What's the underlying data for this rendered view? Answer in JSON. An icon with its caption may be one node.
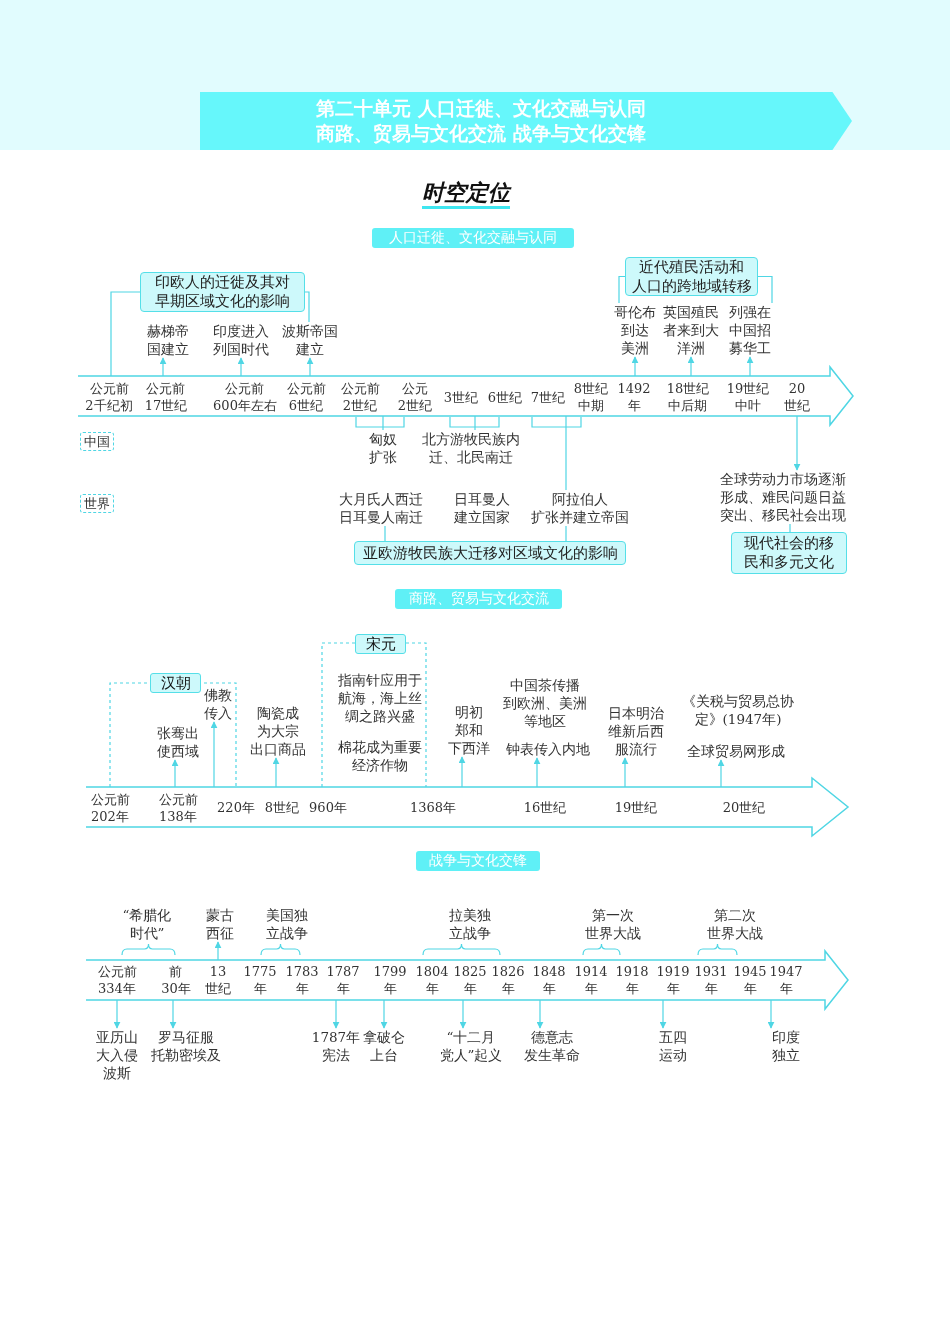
{
  "diagram": {
    "title": "第二十单元 人口迁徙、文化交融与认同商路、贸易与文化交流 战争与文化交锋",
    "nodes": [
      {
        "text": [
          "人口迁徙、文化交融与认同"
        ]
      },
      {
        "text": [
          "印欧人的迁徙及其对早期区域文化的影响"
        ]
      },
      {
        "text": [
          "近代殖民活动和人口的跨地域转移"
        ]
      },
      {
        "text": [],
        "shape": "arrow"
      },
      {
        "text": [
          "赫梯帝国建立"
        ]
      },
      {
        "text": [
          "印度进入列国时代"
        ]
      },
      {
        "text": [
          "波斯帝国建立"
        ]
      },
      {
        "text": [
          "哥伦布到达美洲"
        ]
      },
      {
        "text": [
          "英国殖民者来到大洋洲"
        ]
      },
      {
        "text": [
          "列强在中国招募华工"
        ]
      },
      {
        "text": [
          "中国"
        ]
      },
      {
        "text": [
          "世界"
        ]
      },
      {
        "text": [
          "匈奴扩张"
        ]
      },
      {
        "text": [
          "北方游牧民族内迁、北民南迁"
        ]
      },
      {
        "text": [
          "大月氏人西迁日耳曼人南迁"
        ]
      },
      {
        "text": [
          "日耳曼人建立国家"
        ]
      },
      {
        "text": [
          "阿拉伯人扩张并建立帝国"
        ]
      },
      {
        "text": [
          "亚欧游牧民族大迁移对区域文化的影响"
        ]
      },
      {
        "text": [
          "全球劳动力市场逐渐形成、难民问题日益突出、移民社会出现"
        ]
      },
      {
        "text": [
          "现代社会的移民和多元文化"
        ]
      },
      {
        "text": [
          "商路、贸易与文化交流"
        ]
      },
      {
        "text": [
          "汉朝"
        ]
      },
      {
        "text": [
          "宋元"
        ]
      },
      {
        "text": [],
        "shape": "arrow"
      },
      {
        "text": [
          "张骞出使西域"
        ]
      },
      {
        "text": [
          "佛教传入"
        ]
      },
      {
        "text": [
          "陶瓷成为大宗出口商品"
        ]
      },
      {
        "text": [
          "指南针应用于航海，海上丝绸之路兴盛"
        ]
      },
      {
        "text": [
          "棉花成为重要经济作物"
        ]
      },
      {
        "text": [
          "明初郑和下西洋"
        ]
      },
      {
        "text": [
          "中国茶传播到欧洲、美洲等地区"
        ]
      },
      {
        "text": [
          "钟表传入内地"
        ]
      },
      {
        "text": [
          "日本明治维新后西服流行"
        ]
      },
      {
        "text": [
          "《关税与贸易总协定》(1947年)"
        ]
      },
      {
        "text": [
          "全球贸易网形成"
        ]
      },
      {
        "text": [
          "战争与文化交锋"
        ]
      },
      {
        "text": [],
        "shape": "arrow"
      },
      {
        "text": [
          "“希腊化时代”"
        ]
      },
      {
        "text": [
          "蒙古西征"
        ]
      },
      {
        "text": [
          "美国独立战争"
        ]
      },
      {
        "text": [
          "拉美独立战争"
        ]
      },
      {
        "text": [
          "第一次世界大战"
        ]
      },
      {
        "text": [
          "第二次世界大战"
        ]
      },
      {
        "text": [
          "亚历山大入侵波斯"
        ]
      },
      {
        "text": [
          "罗马征服托勒密埃及"
        ]
      },
      {
        "text": [
          "1787年宪法"
        ]
      },
      {
        "text": [
          "拿破仑上台"
        ]
      },
      {
        "text": [
          "“十二月党人”起义"
        ]
      },
      {
        "text": [
          "德意志发生革命"
        ]
      },
      {
        "text": [
          "五四运动"
        ]
      },
      {
        "text": [
          "印度独立"
        ]
      }
    ],
    "edges": [
      {
        "from": 3,
        "to": 4,
        "arrow": "to"
      },
      {
        "from": 3,
        "to": 5,
        "arrow": "to"
      },
      {
        "from": 3,
        "to": 6,
        "arrow": "to"
      },
      {
        "from": 3,
        "to": 7,
        "arrow": "to"
      },
      {
        "from": 3,
        "to": 8,
        "arrow": "to"
      },
      {
        "from": 3,
        "to": 9,
        "arrow": "to"
      },
      {
        "from": 1,
        "to": 3,
        "arrow": "none"
      },
      {
        "from": 3,
        "to": 12,
        "arrow": "none"
      },
      {
        "from": 3,
        "to": 13,
        "arrow": "none"
      },
      {
        "from": 3,
        "to": 16,
        "arrow": "none"
      },
      {
        "from": 3,
        "to": 18,
        "arrow": "to"
      },
      {
        "from": 17,
        "to": 14,
        "arrow": "none"
      },
      {
        "from": 17,
        "to": 16,
        "arrow": "none"
      },
      {
        "from": 18,
        "to": 19,
        "arrow": "none"
      },
      {
        "from": 23,
        "to": 24,
        "arrow": "to"
      },
      {
        "from": 23,
        "to": 25,
        "arrow": "to"
      },
      {
        "from": 23,
        "to": 26,
        "arrow": "to"
      },
      {
        "from": 23,
        "to": 29,
        "arrow": "to"
      },
      {
        "from": 23,
        "to": 31,
        "arrow": "to"
      },
      {
        "from": 23,
        "to": 32,
        "arrow": "to"
      },
      {
        "from": 23,
        "to": 34,
        "arrow": "to"
      },
      {
        "from": 36,
        "to": 38,
        "arrow": "to"
      },
      {
        "from": 36,
        "to": 43,
        "arrow": "to"
      },
      {
        "from": 36,
        "to": 44,
        "arrow": "to"
      },
      {
        "from": 36,
        "to": 45,
        "arrow": "to"
      },
      {
        "from": 36,
        "to": 46,
        "arrow": "to"
      },
      {
        "from": 36,
        "to": 47,
        "arrow": "to"
      },
      {
        "from": 36,
        "to": 48,
        "arrow": "to"
      },
      {
        "from": 36,
        "to": 49,
        "arrow": "to"
      },
      {
        "from": 36,
        "to": 50,
        "arrow": "to"
      },
      {
        "from": 1,
        "to": 6,
        "arrow": "none"
      },
      {
        "from": 2,
        "to": 7,
        "arrow": "none"
      },
      {
        "from": 2,
        "to": 9,
        "arrow": "none"
      }
    ],
    "labels": [
      "时空定位",
      "公元前2千纪初",
      "公元前17世纪",
      "公元前600年左右",
      "公元前6世纪",
      "公元前2世纪",
      "公元2世纪",
      "3世纪",
      "6世纪",
      "7世纪",
      "8世纪中期",
      "1492年",
      "18世纪中后期",
      "19世纪中叶",
      "20世纪",
      "公元前202年",
      "公元前138年",
      "220年",
      "8世纪",
      "960年",
      "1368年",
      "16世纪",
      "19世纪",
      "20世纪",
      "公元前334年",
      "前30年",
      "13世纪",
      "1775年",
      "1783年",
      "1787年",
      "1799年",
      "1804年",
      "1825年",
      "1826年",
      "1848年",
      "1914年",
      "1918年",
      "1919年",
      "1931年",
      "1945年",
      "1947年"
    ]
  }
}
